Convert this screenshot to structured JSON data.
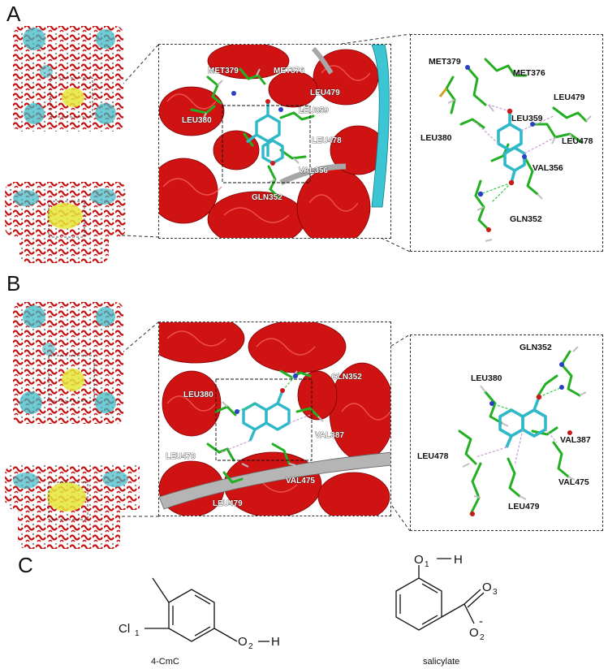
{
  "figure": {
    "panels": [
      {
        "letter": "A",
        "zoom_labels": [
          "MET379",
          "MET376",
          "LEU479",
          "LEU380",
          "LEU359",
          "LEU478",
          "VAL356",
          "GLN352"
        ],
        "detail_labels": [
          "MET379",
          "MET376",
          "LEU479",
          "LEU359",
          "LEU380",
          "LEU478",
          "VAL356",
          "GLN352"
        ]
      },
      {
        "letter": "B",
        "zoom_labels": [
          "GLN352",
          "LEU380",
          "VAL387",
          "LEU478",
          "VAL475",
          "LEU479"
        ],
        "detail_labels": [
          "GLN352",
          "LEU380",
          "VAL387",
          "LEU478",
          "VAL475",
          "LEU479"
        ]
      }
    ],
    "panel_c": {
      "letter": "C",
      "mol1": {
        "name": "4-CmC",
        "atom_cl": "Cl",
        "atom_cl_index": "1",
        "atom_o": "O",
        "atom_o_index": "2",
        "atom_h": "H"
      },
      "mol2": {
        "name": "salicylate",
        "atom_o1": "O",
        "atom_o1_index": "1",
        "atom_h": "H",
        "atom_o3": "O",
        "atom_o3_index": "3",
        "atom_o2": "O",
        "atom_o2_index": "2",
        "charge": "-"
      }
    },
    "colors": {
      "helix": "#d11414",
      "strand": "#38c6d6",
      "ligand": "#2fb8c8",
      "ligand_core": "#e2e23a",
      "carbon": "#22b022",
      "hydrogen": "#bdbdbd",
      "nitrogen": "#2a3fc8",
      "oxygen": "#cc1a1a",
      "sulfur": "#c9a020",
      "hbond": "#2ecc40",
      "hydrophobic": "#c79bd6",
      "frame": "#333333"
    }
  }
}
